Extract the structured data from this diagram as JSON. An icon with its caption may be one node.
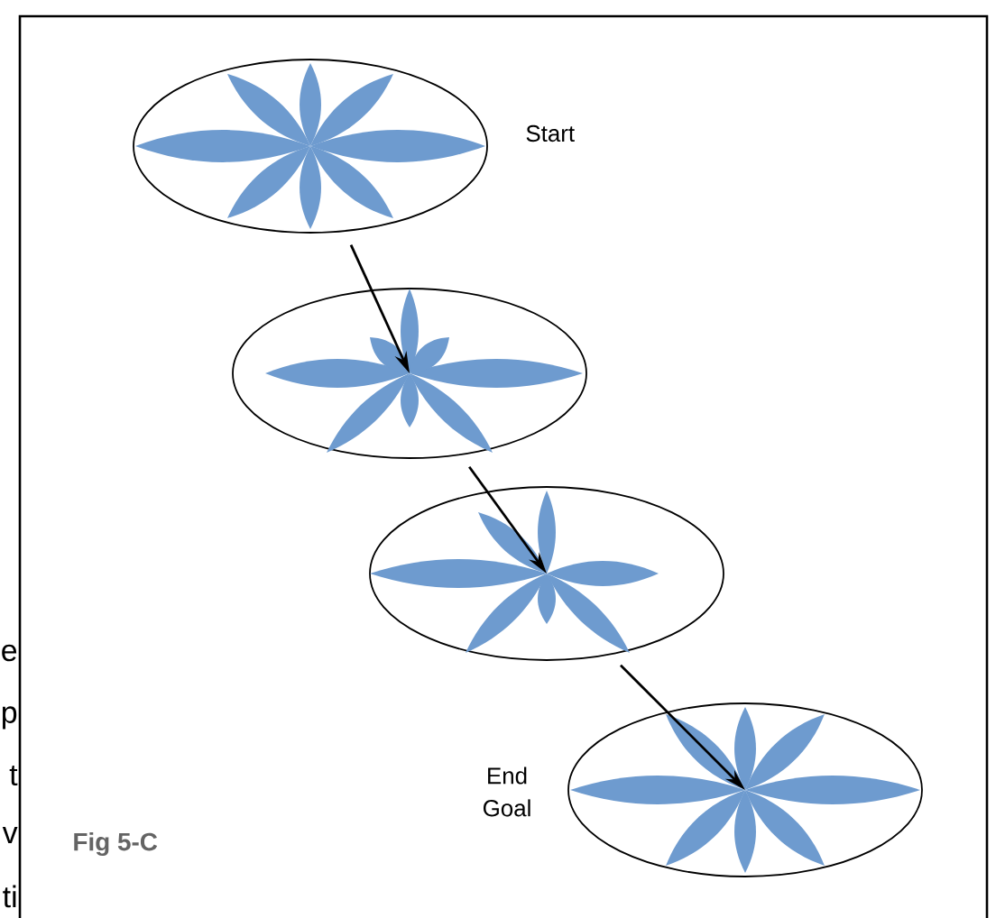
{
  "diagram": {
    "caption": "Fig 5-C",
    "nodes": [
      {
        "text": [],
        "shape": "ellipse",
        "beside": [
          "Start"
        ]
      },
      {
        "text": [],
        "shape": "ellipse"
      },
      {
        "text": [],
        "shape": "ellipse"
      },
      {
        "text": [],
        "shape": "ellipse",
        "beside": [
          "End Goal"
        ]
      }
    ],
    "edges": [
      {
        "from": 0,
        "to": 1,
        "arrow": "to"
      },
      {
        "from": 1,
        "to": 2,
        "arrow": "to"
      },
      {
        "from": 2,
        "to": 3,
        "arrow": "to"
      }
    ],
    "labels": [
      "e",
      "p",
      "t",
      "v",
      "ti"
    ]
  }
}
